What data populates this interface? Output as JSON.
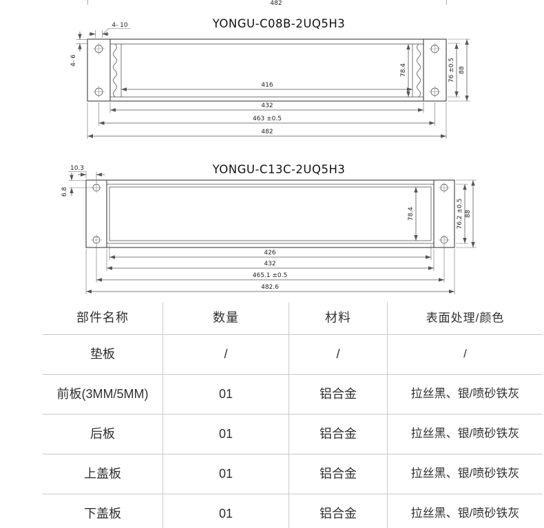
{
  "page": {
    "top_partial_dim": "482"
  },
  "drawings": [
    {
      "title": "YONGU-C08B-2UQ5H3",
      "dims": {
        "holes_label": "4- 10",
        "edge_label": "4- 6",
        "inner_width": "416",
        "body_width": "432",
        "hole_span": "463 ±0.5",
        "overall_width": "482",
        "inner_height": "78.4",
        "mid_height": "76 ±0.5",
        "overall_height": "88"
      }
    },
    {
      "title": "YONGU-C13C-2UQ5H3",
      "dims": {
        "edge_offset_h": "10.3",
        "edge_offset_v": "6.8",
        "inner_width": "426",
        "body_width": "432",
        "hole_span": "465.1 ±0.5",
        "overall_width": "482.6",
        "inner_height": "78.4",
        "mid_height": "76.2 ±0.5",
        "overall_height": "88"
      }
    }
  ],
  "table": {
    "headers": [
      "部件名称",
      "数量",
      "材料",
      "表面处理/颜色"
    ],
    "rows": [
      [
        "垫板",
        "/",
        "/",
        "/"
      ],
      [
        "前板(3MM/5MM)",
        "01",
        "铝合金",
        "拉丝黑、银/喷砂铁灰"
      ],
      [
        "后板",
        "01",
        "铝合金",
        "拉丝黑、银/喷砂铁灰"
      ],
      [
        "上盖板",
        "01",
        "铝合金",
        "拉丝黑、银/喷砂铁灰"
      ],
      [
        "下盖板",
        "01",
        "铝合金",
        "拉丝黑、银/喷砂铁灰"
      ]
    ]
  }
}
